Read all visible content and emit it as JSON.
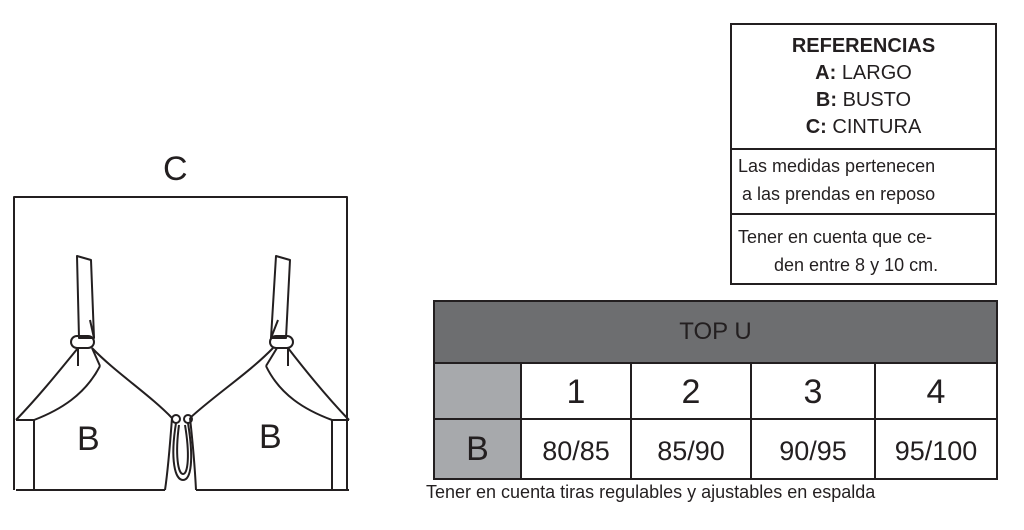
{
  "diagram": {
    "label_c": "C",
    "label_b_left": "B",
    "label_b_right": "B"
  },
  "references": {
    "title": "REFERENCIAS",
    "items": [
      {
        "key": "A:",
        "value": "LARGO"
      },
      {
        "key": "B:",
        "value": "BUSTO"
      },
      {
        "key": "C:",
        "value": "CINTURA"
      }
    ],
    "note1_line1": "Las medidas pertenecen",
    "note1_line2": "a las prendas en reposo",
    "note2_line1": "Tener en cuenta que ce-",
    "note2_line2": "den entre 8 y 10 cm."
  },
  "table": {
    "title": "TOP U",
    "row_label": "B",
    "sizes": [
      "1",
      "2",
      "3",
      "4"
    ],
    "values": [
      "80/85",
      "85/90",
      "90/95",
      "95/100"
    ],
    "colors": {
      "header": "#6d6e70",
      "label_cell": "#a7a9ac"
    }
  },
  "footnote": "Tener en cuenta tiras regulables y ajustables en espalda"
}
